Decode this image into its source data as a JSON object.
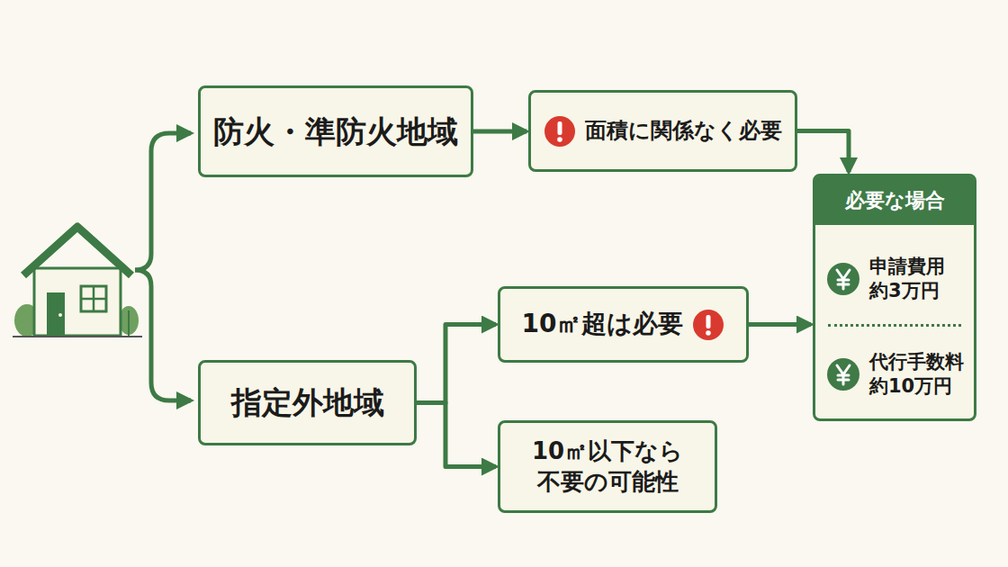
{
  "diagram": {
    "nodes": [
      {
        "text": [
          "防火・準防火地域"
        ]
      },
      {
        "text": [
          "面積に関係なく必要"
        ]
      },
      {
        "text": [
          "必要な場合"
        ]
      },
      {
        "text": [
          "申請費用 約3万円"
        ],
        "in": 2
      },
      {
        "text": [
          "代行手数料 約10万円"
        ],
        "in": 2
      },
      {
        "text": [
          "指定外地域"
        ]
      },
      {
        "text": [
          "10㎡超は必要"
        ]
      },
      {
        "text": [
          "10㎡以下なら 不要の可能性"
        ]
      }
    ],
    "edges": [
      {
        "from": 0,
        "to": 1,
        "arrow": "to"
      },
      {
        "from": 1,
        "to": 2,
        "arrow": "to"
      },
      {
        "from": 5,
        "to": 6,
        "arrow": "to"
      },
      {
        "from": 5,
        "to": 7,
        "arrow": "to"
      },
      {
        "from": 6,
        "to": 2,
        "arrow": "to"
      }
    ]
  }
}
